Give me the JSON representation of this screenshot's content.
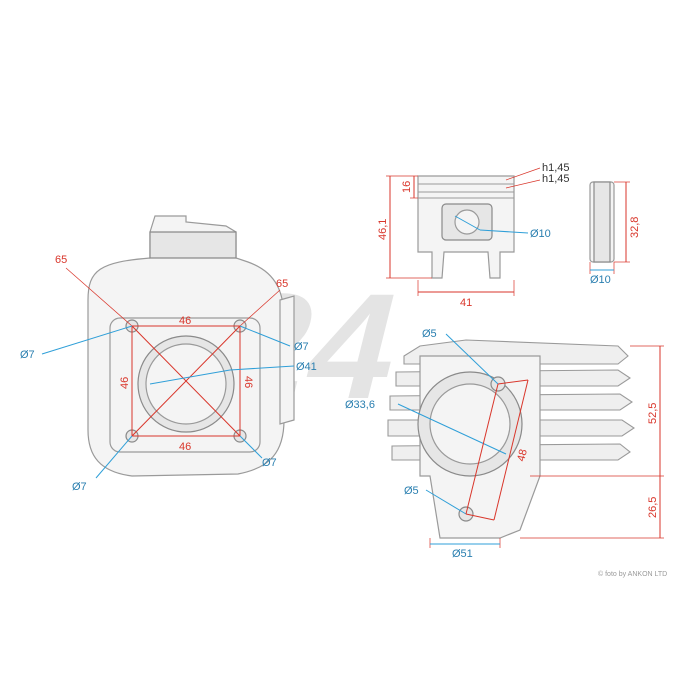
{
  "watermark": {
    "text": "M24",
    "color": "#cfcfcf"
  },
  "credit": "© foto by ANKON LTD",
  "colors": {
    "dimension_red": "#d9362b",
    "dimension_blue": "#2f9fd8"
  },
  "flange_view": {
    "diagonal_top_left": "65",
    "diagonal_top_right": "65",
    "width_top": "46",
    "width_bottom": "46",
    "height_left": "46",
    "height_right": "46",
    "hole_top_left": "Ø7",
    "hole_top_right": "Ø7",
    "hole_bottom_left": "Ø7",
    "hole_bottom_right": "Ø7",
    "bore": "Ø41"
  },
  "piston_view": {
    "ring1": "h1,45",
    "ring2": "h1,45",
    "ring_zone": "16",
    "height": "46,1",
    "pin_bore": "Ø10",
    "diameter": "41"
  },
  "pin_view": {
    "length": "32,8",
    "diameter": "Ø10"
  },
  "cylinder_view": {
    "stud_top": "Ø5",
    "port": "Ø33,6",
    "port_distance": "48",
    "stud_bottom": "Ø5",
    "height_upper": "52,5",
    "height_lower": "26,5",
    "base_diameter": "Ø51"
  }
}
